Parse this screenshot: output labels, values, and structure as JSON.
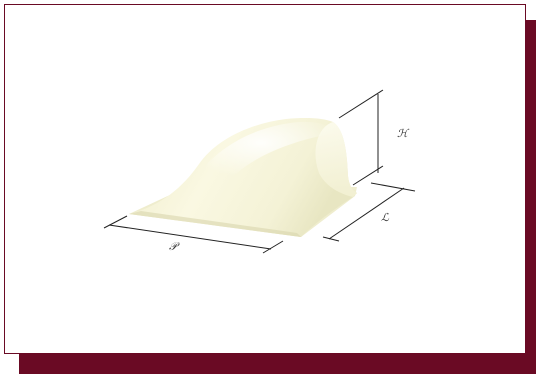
{
  "figure": {
    "labels": {
      "height": "ℋ",
      "length": "ℒ",
      "profile": "𝒫"
    },
    "colors": {
      "frame_border": "#6a0a24",
      "shadow": "#6a0a24",
      "background": "#ffffff",
      "shape_fill": "#f5f3d8",
      "dimension_line": "#222222"
    }
  }
}
